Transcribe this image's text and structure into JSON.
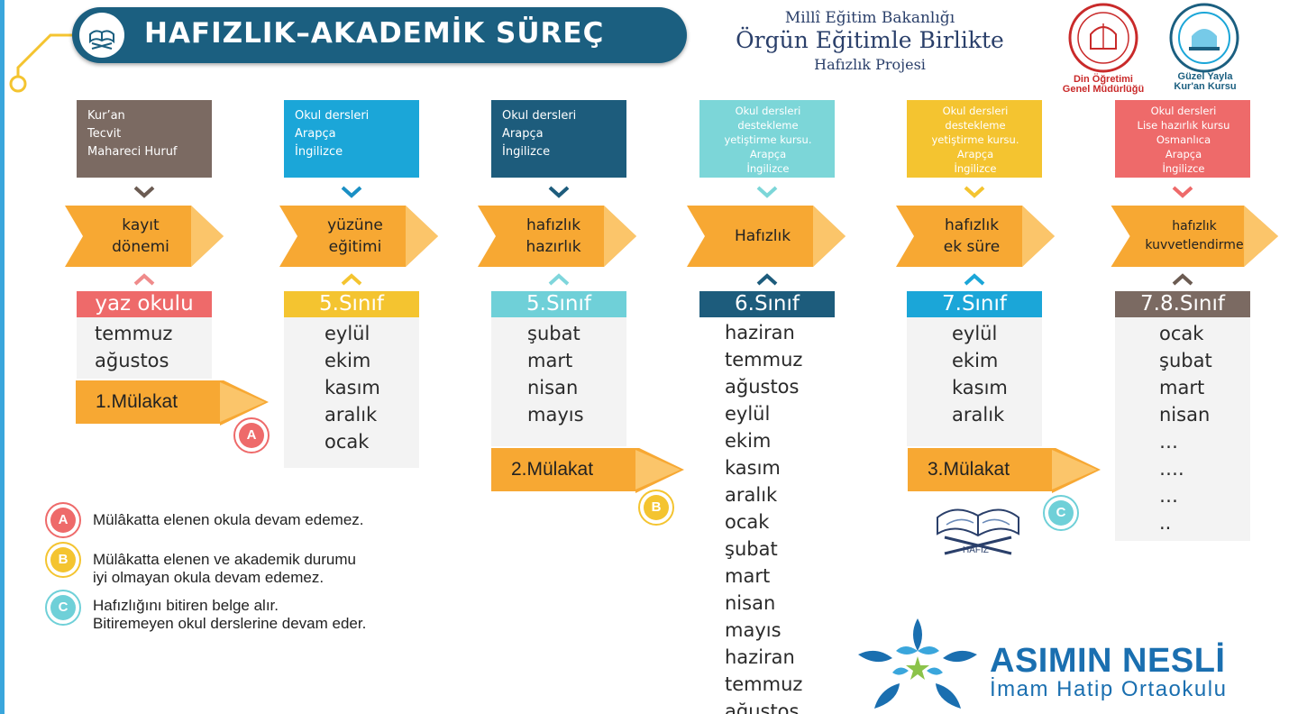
{
  "header": {
    "title": "HAFIZLIK–AKADEMİK SÜREÇ",
    "ministry_line1": "Millî Eğitim Bakanlığı",
    "ministry_line2": "Örgün Eğitimle Birlikte",
    "ministry_line3": "Hafızlık Projesi",
    "seal1_caption_line1": "Din Öğretimi",
    "seal1_caption_line2": "Genel Müdürlüğü",
    "seal2_caption_line1": "Güzel Yayla",
    "seal2_caption_line2": "Kur'an Kursu"
  },
  "columns": [
    {
      "top_lines": [
        "Kur’an",
        "Tecvit",
        "Mahareci Huruf"
      ],
      "stage_lines": [
        "kayıt",
        "dönemi"
      ],
      "panel_title": "yaz okulu",
      "items": [
        "temmuz",
        "ağustos"
      ],
      "top_color": "#7b6a62",
      "head_color": "#ee6a6a",
      "chevron_color": "#6b5b52",
      "up_chevron_color": "#ef8b8b"
    },
    {
      "top_lines": [
        "Okul dersleri",
        "Arapça",
        "İngilizce"
      ],
      "stage_lines": [
        "yüzüne",
        "eğitimi"
      ],
      "panel_title": "5.Sınıf",
      "items": [
        "eylül",
        "ekim",
        "kasım",
        "aralık",
        "ocak"
      ],
      "top_color": "#1ba6d8",
      "head_color": "#f4c430",
      "chevron_color": "#1a8fc4",
      "up_chevron_color": "#f4c430"
    },
    {
      "top_lines": [
        "Okul dersleri",
        "Arapça",
        "İngilizce"
      ],
      "stage_lines": [
        "hafızlık",
        "hazırlık"
      ],
      "panel_title": "5.Sınıf",
      "items": [
        "şubat",
        "mart",
        "nisan",
        "mayıs"
      ],
      "top_color": "#1d5c7c",
      "head_color": "#6fd0d8",
      "chevron_color": "#1d5c7c",
      "up_chevron_color": "#7fd6dc"
    },
    {
      "top_lines": [
        "Okul dersleri",
        "destekleme",
        "yetiştirme  kursu.",
        "Arapça",
        "İngilizce"
      ],
      "stage_lines": [
        "Hafızlık"
      ],
      "panel_title": "6.Sınıf",
      "items": [
        "haziran",
        "temmuz",
        "ağustos",
        "eylül",
        "ekim",
        "kasım",
        "aralık",
        "ocak",
        "şubat",
        "mart",
        "nisan",
        "mayıs",
        "haziran",
        "temmuz",
        "ağustos"
      ],
      "top_color": "#7cd6d8",
      "head_color": "#1d5c7c",
      "chevron_color": "#7cd6d8",
      "up_chevron_color": "#1d5c7c"
    },
    {
      "top_lines": [
        "Okul dersleri",
        "destekleme",
        "yetiştirme kursu.",
        "Arapça",
        "İngilizce"
      ],
      "stage_lines": [
        "hafızlık",
        "ek süre"
      ],
      "panel_title": "7.Sınıf",
      "items": [
        "eylül",
        "ekim",
        "kasım",
        "aralık"
      ],
      "top_color": "#f4c430",
      "head_color": "#1ba6d8",
      "chevron_color": "#f4c430",
      "up_chevron_color": "#1ba6d8"
    },
    {
      "top_lines": [
        "Okul dersleri",
        "Lise hazırlık kursu",
        "Osmanlıca",
        "Arapça",
        "İngilizce"
      ],
      "stage_lines": [
        "hafızlık",
        "kuvvetlendirme"
      ],
      "panel_title": "7.8.Sınıf",
      "items": [
        "ocak",
        "şubat",
        "mart",
        "nisan",
        "…",
        "….",
        "…",
        ".."
      ],
      "top_color": "#ee6a6a",
      "head_color": "#7b6a62",
      "chevron_color": "#ee6a6a",
      "up_chevron_color": "#6b5b52"
    }
  ],
  "interviews": [
    {
      "label": "1.Mülakat",
      "badge": "A"
    },
    {
      "label": "2.Mülakat",
      "badge": "B"
    },
    {
      "label": "3.Mülakat",
      "badge": "C"
    }
  ],
  "legend": [
    {
      "badge": "A",
      "lines": [
        "Mülâkatta elenen okula devam edemez."
      ],
      "color": "#ee6a6a"
    },
    {
      "badge": "B",
      "lines": [
        "Mülâkatta elenen ve akademik durumu",
        "iyi olmayan okula devam edemez."
      ],
      "color": "#f4c430"
    },
    {
      "badge": "C",
      "lines": [
        "Hafızlığını bitiren belge alır.",
        "Bitiremeyen okul derslerine devam eder."
      ],
      "color": "#6fd0d8"
    }
  ],
  "book_label": "HAFIZ",
  "brand": {
    "name": "ASIMIN NESLİ",
    "subtitle": "İmam Hatip Ortaokulu"
  },
  "colors": {
    "stage_orange": "#f7a833",
    "stage_light": "#fbc56a",
    "title_bg": "#1b5f80",
    "accent_blue": "#1a6fb0"
  }
}
